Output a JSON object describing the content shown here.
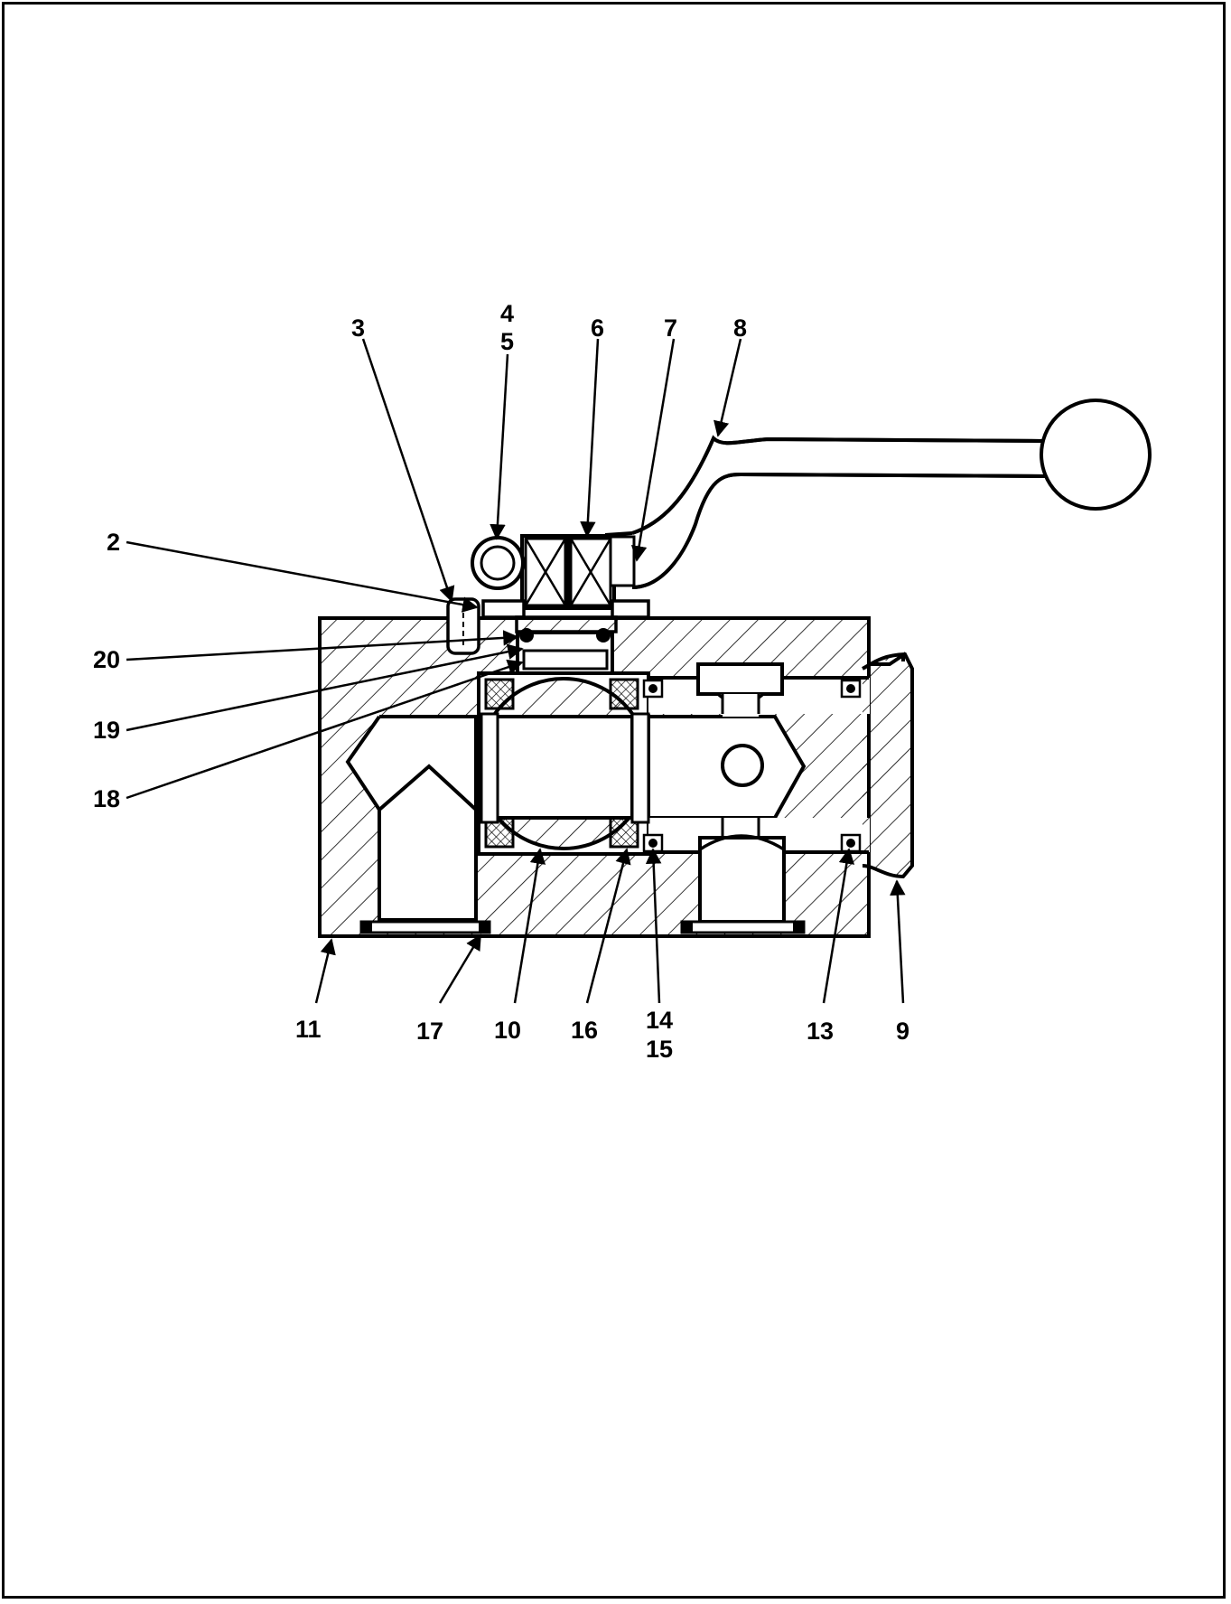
{
  "colors": {
    "line": "#000000",
    "background": "#ffffff"
  },
  "callouts": [
    {
      "id": "2",
      "text": "2"
    },
    {
      "id": "3",
      "text": "3"
    },
    {
      "id": "4",
      "text": "4"
    },
    {
      "id": "5",
      "text": "5"
    },
    {
      "id": "6",
      "text": "6"
    },
    {
      "id": "7",
      "text": "7"
    },
    {
      "id": "8",
      "text": "8"
    },
    {
      "id": "20",
      "text": "20"
    },
    {
      "id": "19",
      "text": "19"
    },
    {
      "id": "18",
      "text": "18"
    },
    {
      "id": "11",
      "text": "11"
    },
    {
      "id": "17",
      "text": "17"
    },
    {
      "id": "10",
      "text": "10"
    },
    {
      "id": "16",
      "text": "16"
    },
    {
      "id": "14",
      "text": "14"
    },
    {
      "id": "15",
      "text": "15"
    },
    {
      "id": "13",
      "text": "13"
    },
    {
      "id": "9",
      "text": "9"
    }
  ]
}
